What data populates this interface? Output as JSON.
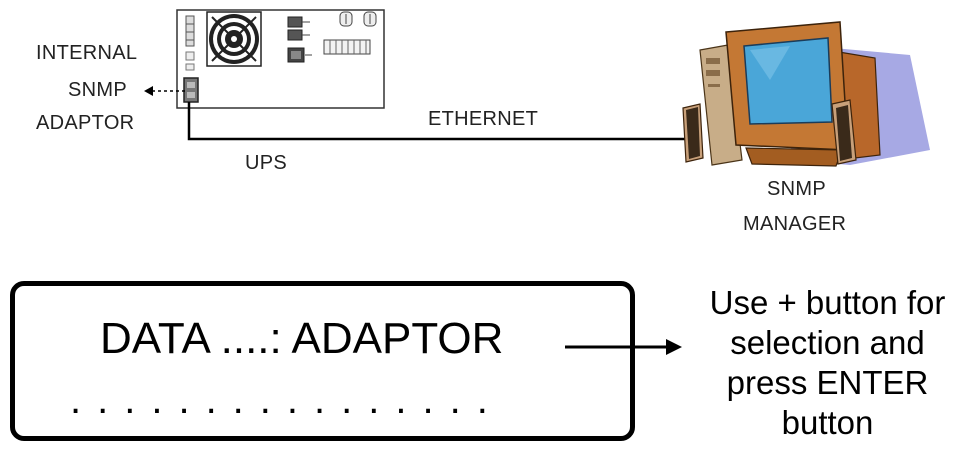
{
  "labels": {
    "internal_snmp_adaptor": [
      "INTERNAL",
      "SNMP",
      "ADAPTOR"
    ],
    "ethernet": "ETHERNET",
    "ups": "UPS",
    "snmp_manager": [
      "SNMP",
      "MANAGER"
    ]
  },
  "display": {
    "line1": "DATA ....: ADAPTOR",
    "line2": "................"
  },
  "instruction": [
    "Use + button for",
    "selection and",
    "press ENTER",
    "button"
  ],
  "icons": {
    "ups_panel": "ups-rear-panel-icon",
    "computer": "desktop-computer-icon"
  }
}
